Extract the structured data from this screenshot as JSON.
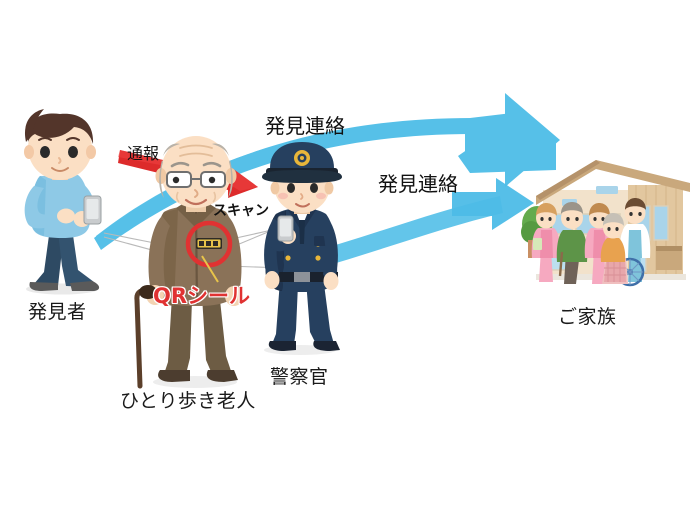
{
  "scene": {
    "title": "QRシール見守り連絡フロー図",
    "background_color": "#ffffff"
  },
  "palette": {
    "arrow_blue": "#56c0e8",
    "arrow_blue_light": "#8fd5ef",
    "arrow_red": "#dd2b2b",
    "arrow_red_dark": "#c42020",
    "qr_red": "#e03232",
    "text_dark": "#1a1a1a",
    "skin": "#fbdfc4",
    "skin_shadow": "#f3c9a6",
    "finder_shirt": "#8ec9e6",
    "finder_shirt_dark": "#6fb4d8",
    "finder_pants": "#2e4a63",
    "finder_hair": "#53352a",
    "elder_jacket": "#8a7258",
    "elder_jacket_dark": "#74603f",
    "elder_pants": "#6d5c44",
    "elder_hair": "#b9b2a8",
    "police_navy": "#26405f",
    "police_navy_dark": "#1b2f47",
    "police_gold": "#e8b63a",
    "house_wall": "#f2e2cb",
    "house_roof": "#c9a87c",
    "house_window": "#a9d4ea",
    "care_pink": "#f29ab4",
    "care_blue": "#7fc4db",
    "green_shirt": "#5d9448"
  },
  "labels": {
    "finder": "発見者",
    "elder": "ひとり歩き老人",
    "police": "警察官",
    "family": "ご家族",
    "scan": "スキャン",
    "qr_sticker": "QRシール",
    "report": "通報",
    "found_contact_upper": "発見連絡",
    "found_contact_lower": "発見連絡"
  },
  "figures": [
    {
      "id": "finder",
      "name": "発見者",
      "role": "finder-person",
      "holds": "smartphone",
      "description": "青いセーターの若い男性がスマートフォンを持っている"
    },
    {
      "id": "elder",
      "name": "ひとり歩き老人",
      "role": "wandering-elderly-person",
      "holds": "cane",
      "wears": "QRシール",
      "description": "杖をついた高齢男性、胸にQRシールを貼っている"
    },
    {
      "id": "police",
      "name": "警察官",
      "role": "police-officer",
      "holds": "smartphone",
      "description": "紺色の制服と帽子の警察官がスマートフォンを持っている"
    },
    {
      "id": "family",
      "name": "ご家族",
      "role": "family-and-caregivers",
      "description": "家の前に立つ家族と介護スタッフのグループ"
    }
  ],
  "arrows": [
    {
      "id": "report-arrow",
      "label": "通報",
      "color": "#dd2b2b",
      "from": "発見者",
      "to": "警察官",
      "style": "straight"
    },
    {
      "id": "found-contact-upper-arrow",
      "label": "発見連絡",
      "color": "#56c0e8",
      "from": "発見者",
      "to": "ご家族",
      "style": "curved"
    },
    {
      "id": "found-contact-lower-arrow",
      "label": "発見連絡",
      "color": "#56c0e8",
      "from": "警察官",
      "to": "ご家族",
      "style": "curved"
    }
  ],
  "qr_marker": {
    "highlight_shape": "circle",
    "highlight_color": "#e03232",
    "sticker_text": "QRシール",
    "leader_line_color": "#e8c44a"
  }
}
